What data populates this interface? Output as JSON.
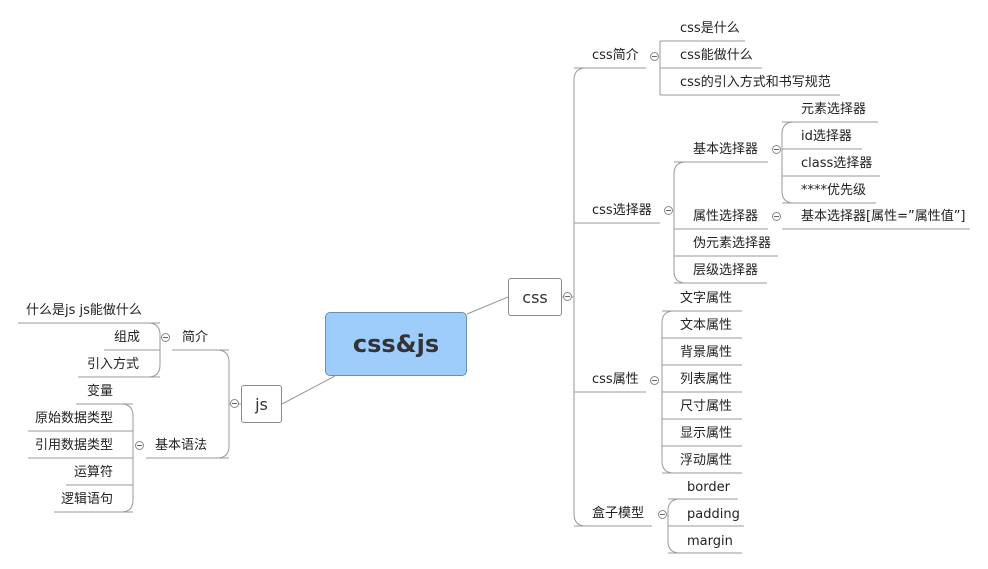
{
  "root": "css&js",
  "css": {
    "label": "css",
    "intro": {
      "label": "css简介",
      "items": [
        "css是什么",
        "css能做什么",
        "css的引入方式和书写规范"
      ]
    },
    "selectors": {
      "label": "css选择器",
      "basic": {
        "label": "基本选择器",
        "items": [
          "元素选择器",
          "id选择器",
          "class选择器",
          "****优先级"
        ]
      },
      "attribute": {
        "label": "属性选择器",
        "item": "基本选择器[属性=”属性值”]"
      },
      "pseudo": "伪元素选择器",
      "hierarchy": "层级选择器"
    },
    "properties": {
      "label": "css属性",
      "items": [
        "文字属性",
        "文本属性",
        "背景属性",
        "列表属性",
        "尺寸属性",
        "显示属性",
        "浮动属性"
      ]
    },
    "box_model": {
      "label": "盒子模型",
      "items": [
        "border",
        "padding",
        "margin"
      ]
    }
  },
  "js": {
    "label": "js",
    "intro": {
      "label": "简介",
      "items": [
        "什么是js js能做什么",
        "组成",
        "引入方式"
      ]
    },
    "syntax": {
      "label": "基本语法",
      "items": [
        "变量",
        "原始数据类型",
        "引用数据类型",
        "运算符",
        "逻辑语句"
      ]
    }
  },
  "colors": {
    "root_fill": "#9ecdfb",
    "line": "#9a9a9a"
  }
}
